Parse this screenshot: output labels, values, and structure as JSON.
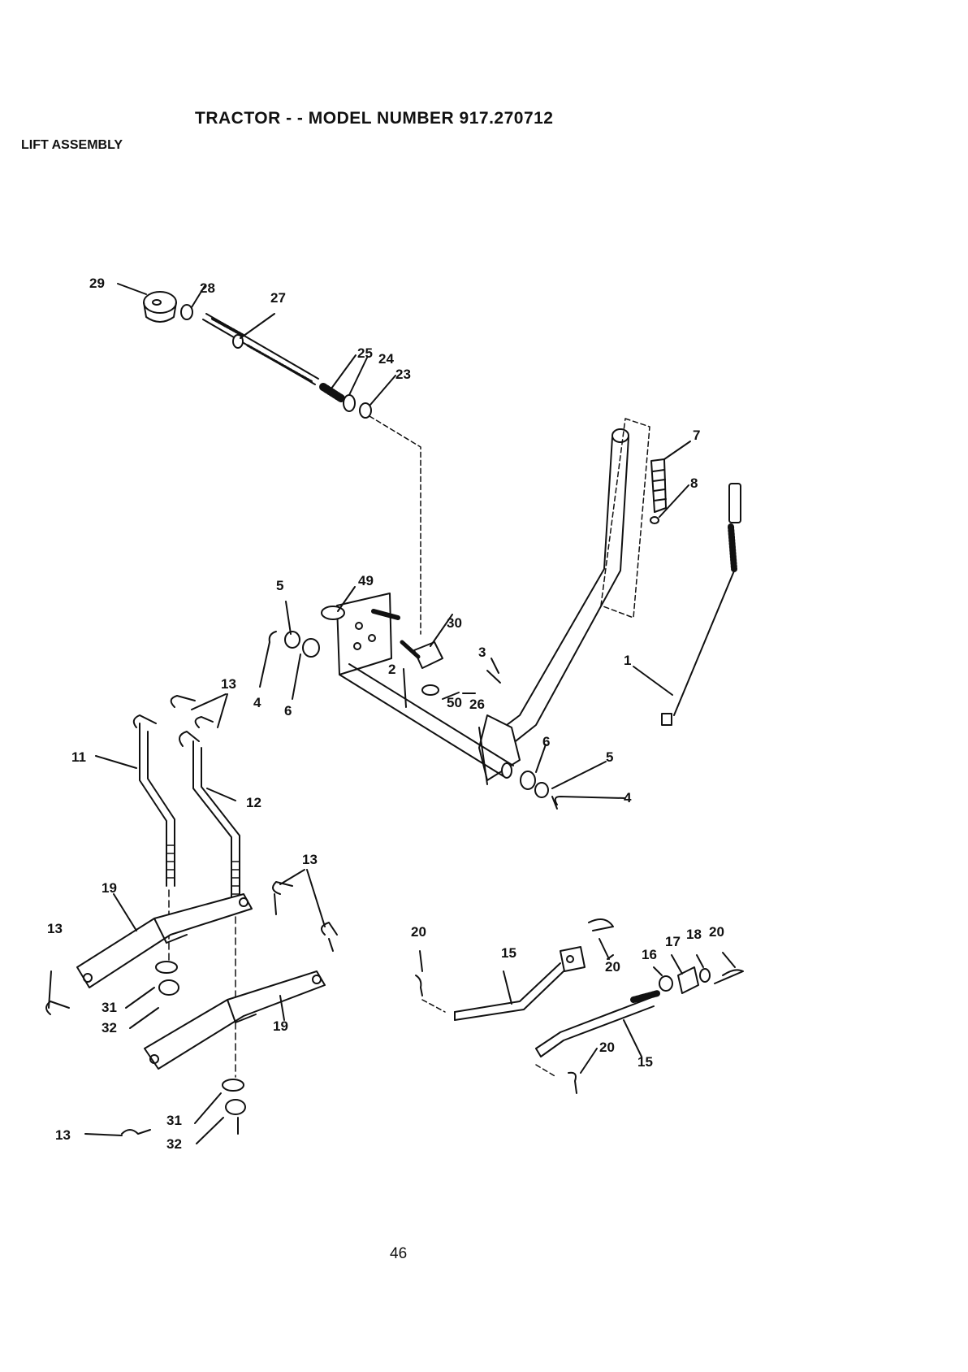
{
  "header": {
    "title": "TRACTOR - - MODEL NUMBER 917.270712",
    "section": "LIFT ASSEMBLY"
  },
  "diagram": {
    "callouts": [
      "29",
      "28",
      "27",
      "25",
      "24",
      "23",
      "7",
      "8",
      "5",
      "49",
      "30",
      "3",
      "1",
      "13",
      "4",
      "6",
      "2",
      "50",
      "26",
      "11",
      "6",
      "5",
      "4",
      "12",
      "13",
      "19",
      "13",
      "20",
      "15",
      "17",
      "18",
      "20",
      "16",
      "20",
      "31",
      "32",
      "19",
      "20",
      "15",
      "13",
      "31",
      "32"
    ]
  },
  "footer": {
    "page_number": "46"
  }
}
